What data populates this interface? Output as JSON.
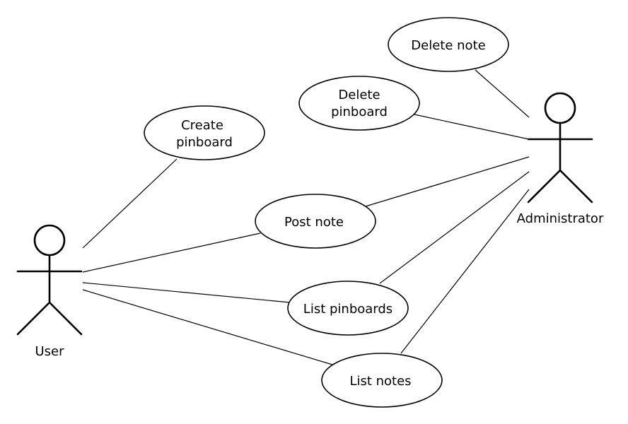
{
  "actors": {
    "user": {
      "label": "User"
    },
    "administrator": {
      "label": "Administrator"
    }
  },
  "use_cases": {
    "delete_note": {
      "lines": [
        "Delete note"
      ]
    },
    "delete_pinboard": {
      "lines": [
        "Delete",
        "pinboard"
      ]
    },
    "create_pinboard": {
      "lines": [
        "Create",
        "pinboard"
      ]
    },
    "post_note": {
      "lines": [
        "Post note"
      ]
    },
    "list_pinboards": {
      "lines": [
        "List pinboards"
      ]
    },
    "list_notes": {
      "lines": [
        "List notes"
      ]
    }
  },
  "associations": [
    {
      "actor": "user",
      "use_case": "create_pinboard"
    },
    {
      "actor": "user",
      "use_case": "post_note"
    },
    {
      "actor": "user",
      "use_case": "list_pinboards"
    },
    {
      "actor": "user",
      "use_case": "list_notes"
    },
    {
      "actor": "administrator",
      "use_case": "delete_note"
    },
    {
      "actor": "administrator",
      "use_case": "delete_pinboard"
    },
    {
      "actor": "administrator",
      "use_case": "post_note"
    },
    {
      "actor": "administrator",
      "use_case": "list_pinboards"
    },
    {
      "actor": "administrator",
      "use_case": "list_notes"
    }
  ]
}
